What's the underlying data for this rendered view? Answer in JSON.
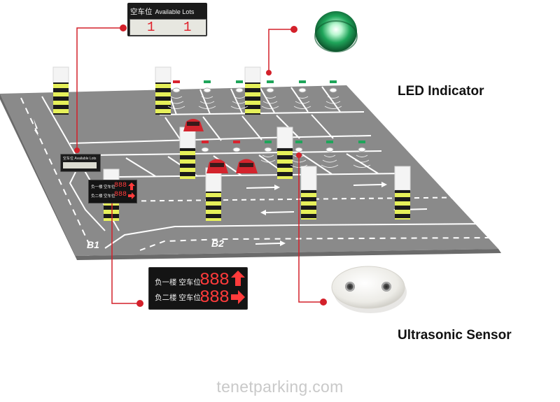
{
  "callouts": {
    "led_indicator": "LED Indicator",
    "ultrasonic_sensor": "Ultrasonic Sensor"
  },
  "top_display": {
    "title_cn": "空车位",
    "title_en": "Available Lots",
    "left_count": "1",
    "right_count": "1"
  },
  "mid_display": {
    "title": "空车位 Available Lots"
  },
  "small_display": {
    "row1_label": "负一楼 空车位",
    "row2_label": "负二楼 空车位",
    "row1_value": "888",
    "row2_value": "888"
  },
  "big_display": {
    "row1_label": "负一楼  空车位",
    "row2_label": "负二楼  空车位",
    "row1_value": "888",
    "row2_value": "888"
  },
  "floors": {
    "b1": "B1",
    "b2": "B2"
  },
  "watermark": "tenetparking.com",
  "colors": {
    "floor": "#8a8a8a",
    "floor_edge": "#6f6f6f",
    "lines": "#ffffff",
    "callout": "#d3202a",
    "led_red": "#d9232e",
    "led_green": "#1fa55a",
    "pillar_stripe": "#e6f05a",
    "car": "#d3242d",
    "arrow_yellow": "#e8e43a",
    "digit_red": "#e0202a"
  }
}
